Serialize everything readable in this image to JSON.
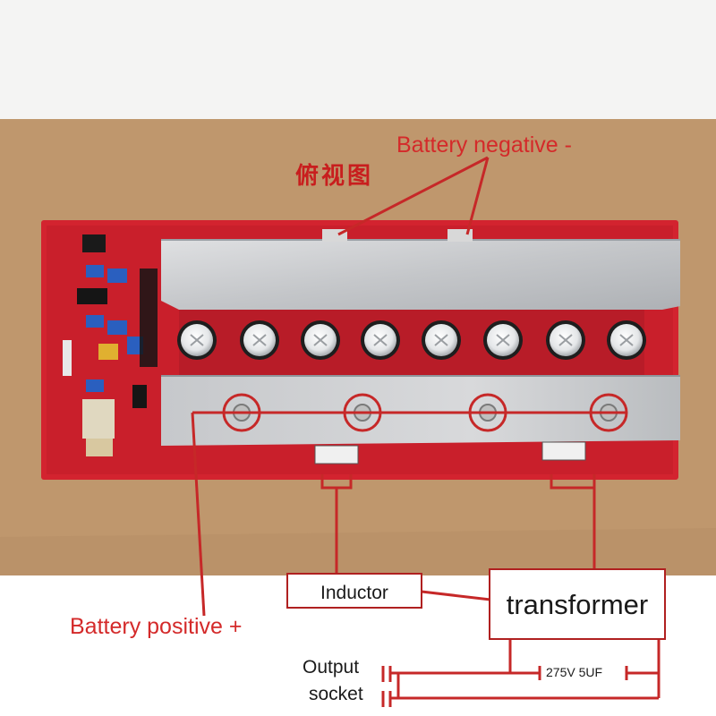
{
  "labels": {
    "title_cn": "俯视图",
    "battery_negative": "Battery negative -",
    "battery_positive": "Battery positive +",
    "inductor": "Inductor",
    "transformer": "transformer",
    "output_line1": "Output",
    "output_line2": "socket",
    "capacitor": "275V 5UF"
  },
  "colors": {
    "annotation": "#c62828",
    "board": "#d3232f",
    "heatsink": "#c9cbcd",
    "cardboard": "#c29a70",
    "wall": "#f4f4f3"
  }
}
